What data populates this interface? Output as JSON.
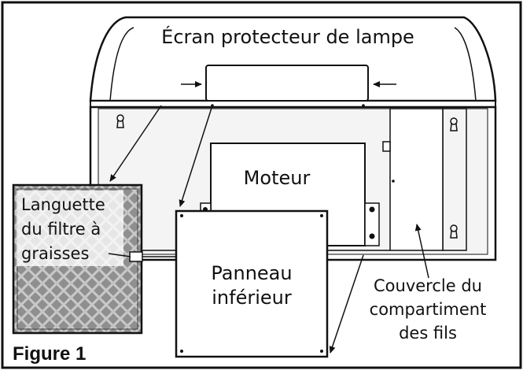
{
  "figure_label": "Figure 1",
  "labels": {
    "lamp_shield": "Écran protecteur de lampe",
    "motor": "Moteur",
    "grease_filter_tab": [
      "Languette",
      "du filtre à",
      "graisses"
    ],
    "bottom_panel": [
      "Panneau",
      "inférieur"
    ],
    "wiring_cover": [
      "Couvercle du",
      "compartiment",
      "des fils"
    ]
  },
  "colors": {
    "line": "#111111",
    "background": "#ffffff",
    "filter_fill": "#8f8f8f",
    "inner_panel": "#f4f4f4"
  }
}
